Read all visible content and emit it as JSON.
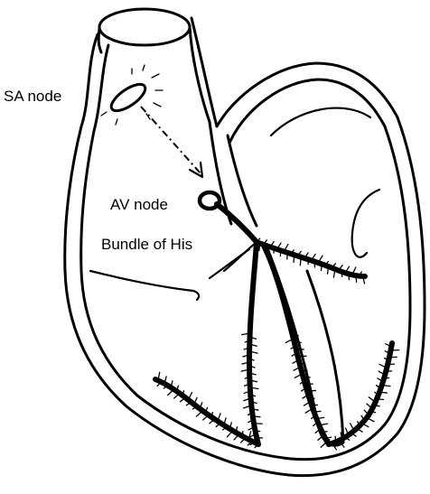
{
  "labels": {
    "sa_node": "SA node",
    "av_node": "AV node",
    "bundle_of_his": "Bundle of His"
  }
}
